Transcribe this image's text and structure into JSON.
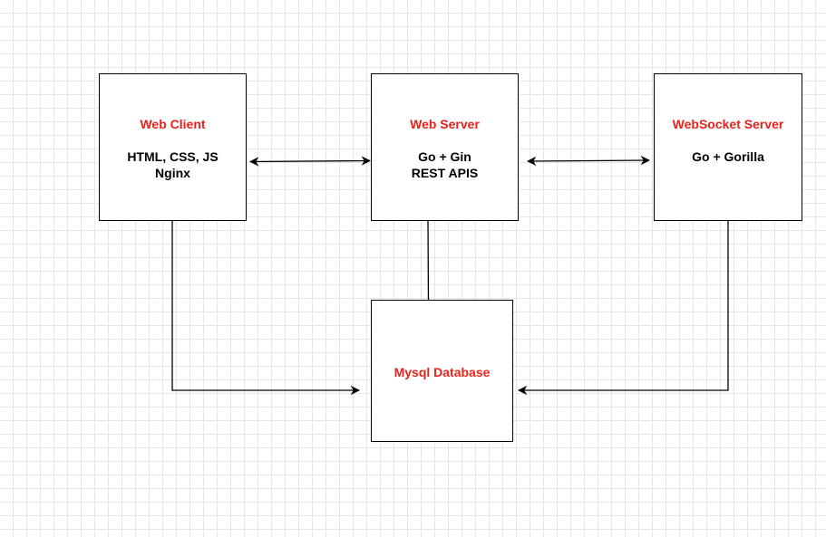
{
  "diagram": {
    "grid_color": "#e6e6e6",
    "title_color": "#e8211b",
    "line_color": "#000000",
    "nodes": {
      "web_client": {
        "title": "Web Client",
        "lines": [
          "HTML, CSS, JS",
          "Nginx"
        ]
      },
      "web_server": {
        "title": "Web Server",
        "lines": [
          "Go + Gin",
          "REST APIS"
        ]
      },
      "websocket_server": {
        "title": "WebSocket Server",
        "lines": [
          "Go + Gorilla"
        ]
      },
      "database": {
        "title": "Mysql Database",
        "lines": []
      }
    },
    "connections": [
      {
        "from": "web_client",
        "to": "web_server",
        "direction": "both"
      },
      {
        "from": "web_server",
        "to": "websocket_server",
        "direction": "both"
      },
      {
        "from": "web_server",
        "to": "database",
        "direction": "none"
      },
      {
        "from": "web_client",
        "to": "database",
        "direction": "forward"
      },
      {
        "from": "websocket_server",
        "to": "database",
        "direction": "forward"
      }
    ]
  }
}
